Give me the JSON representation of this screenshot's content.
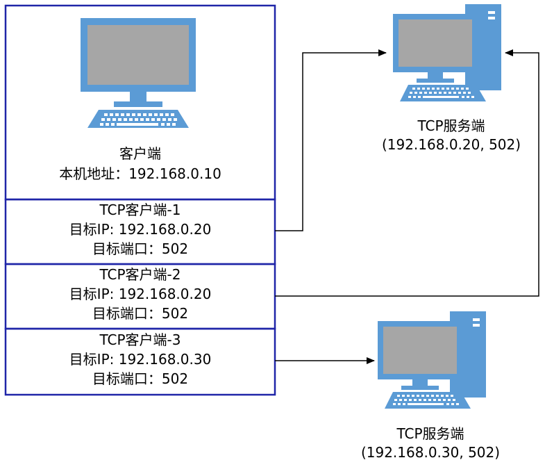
{
  "client": {
    "title": "客户端",
    "local_address": "本机地址：192.168.0.10"
  },
  "tcp_clients": [
    {
      "name": "TCP客户端-1",
      "target_ip": "目标IP: 192.168.0.20",
      "target_port": "目标端口：502"
    },
    {
      "name": "TCP客户端-2",
      "target_ip": "目标IP: 192.168.0.20",
      "target_port": "目标端口：502"
    },
    {
      "name": "TCP客户端-3",
      "target_ip": "目标IP: 192.168.0.30",
      "target_port": "目标端口：502"
    }
  ],
  "servers": [
    {
      "name": "TCP服务端",
      "address": "(192.168.0.20, 502)"
    },
    {
      "name": "TCP服务端",
      "address": "(192.168.0.30, 502)"
    }
  ],
  "colors": {
    "box_border": "#1f25a8",
    "icon_blue": "#5b9bd5",
    "screen_gray": "#a6a6a6",
    "arrow": "#000000"
  }
}
